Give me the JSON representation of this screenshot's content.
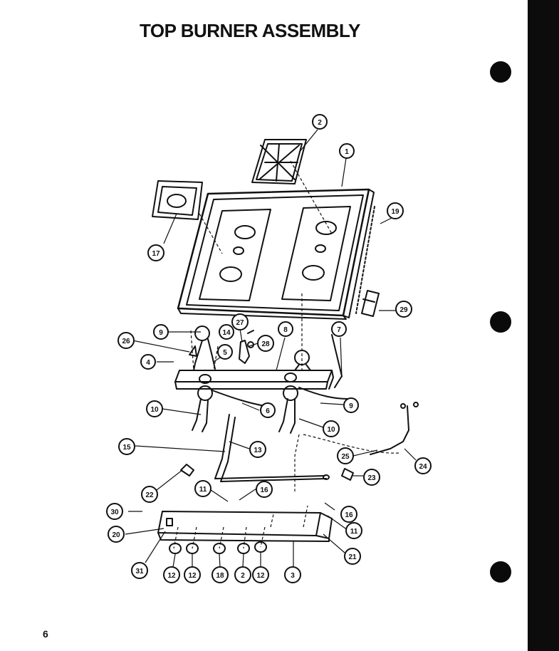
{
  "page": {
    "title": "TOP BURNER ASSEMBLY",
    "page_number": "6"
  },
  "callouts": {
    "c1": "1",
    "c2a": "2",
    "c19": "19",
    "c17": "17",
    "c29": "29",
    "c9a": "9",
    "c27": "27",
    "c14": "14",
    "c8": "8",
    "c7": "7",
    "c26": "26",
    "c28": "28",
    "c5": "5",
    "c4": "4",
    "c10a": "10",
    "c6": "6",
    "c9b": "9",
    "c10b": "10",
    "c15": "15",
    "c13": "13",
    "c25": "25",
    "c24": "24",
    "c23": "23",
    "c22": "22",
    "c11a": "11",
    "c16a": "16",
    "c30": "30",
    "c16b": "16",
    "c20": "20",
    "c11b": "11",
    "c21": "21",
    "c31": "31",
    "c12a": "12",
    "c12b": "12",
    "c18": "18",
    "c2b": "2",
    "c12c": "12",
    "c3": "3"
  }
}
